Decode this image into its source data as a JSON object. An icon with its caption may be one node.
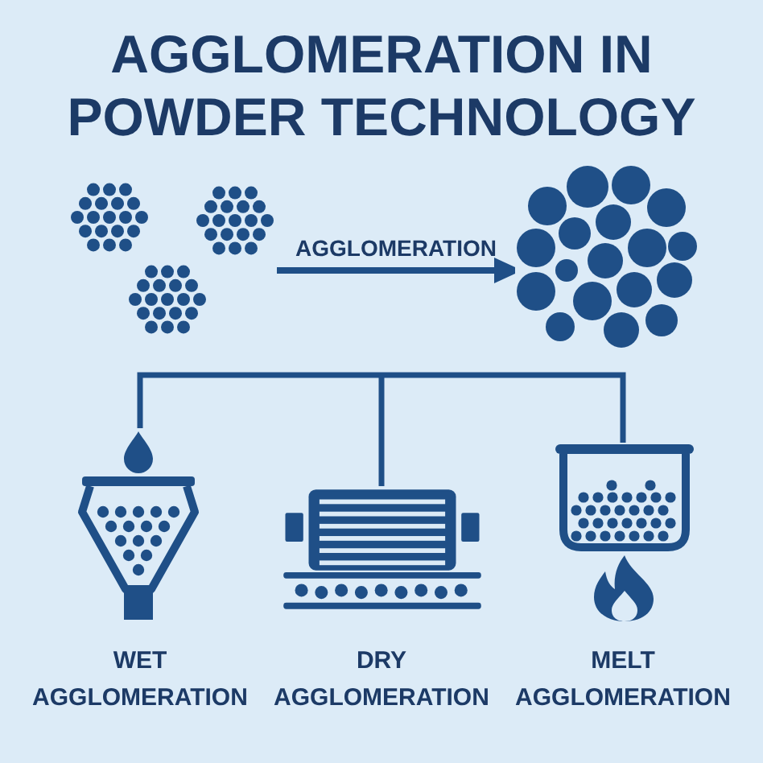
{
  "diagram": {
    "title": "AGGLOMERATION IN POWDER TECHNOLOGY",
    "nodes": [
      {
        "text": [],
        "shape": "picture"
      },
      {
        "text": [],
        "shape": "picture"
      },
      {
        "text": [
          "WET AGGLOMERATION"
        ]
      },
      {
        "text": [
          "DRY AGGLOMERATION"
        ]
      },
      {
        "text": [
          "MELT AGGLOMERATION"
        ]
      }
    ],
    "edges": [
      {
        "from": 0,
        "to": 1,
        "arrow": "to",
        "label": "AGGLOMERATION"
      },
      {
        "from": null,
        "to": 2,
        "arrow": "none"
      },
      {
        "from": null,
        "to": 3,
        "arrow": "none"
      },
      {
        "from": null,
        "to": 4,
        "arrow": "none"
      }
    ]
  }
}
